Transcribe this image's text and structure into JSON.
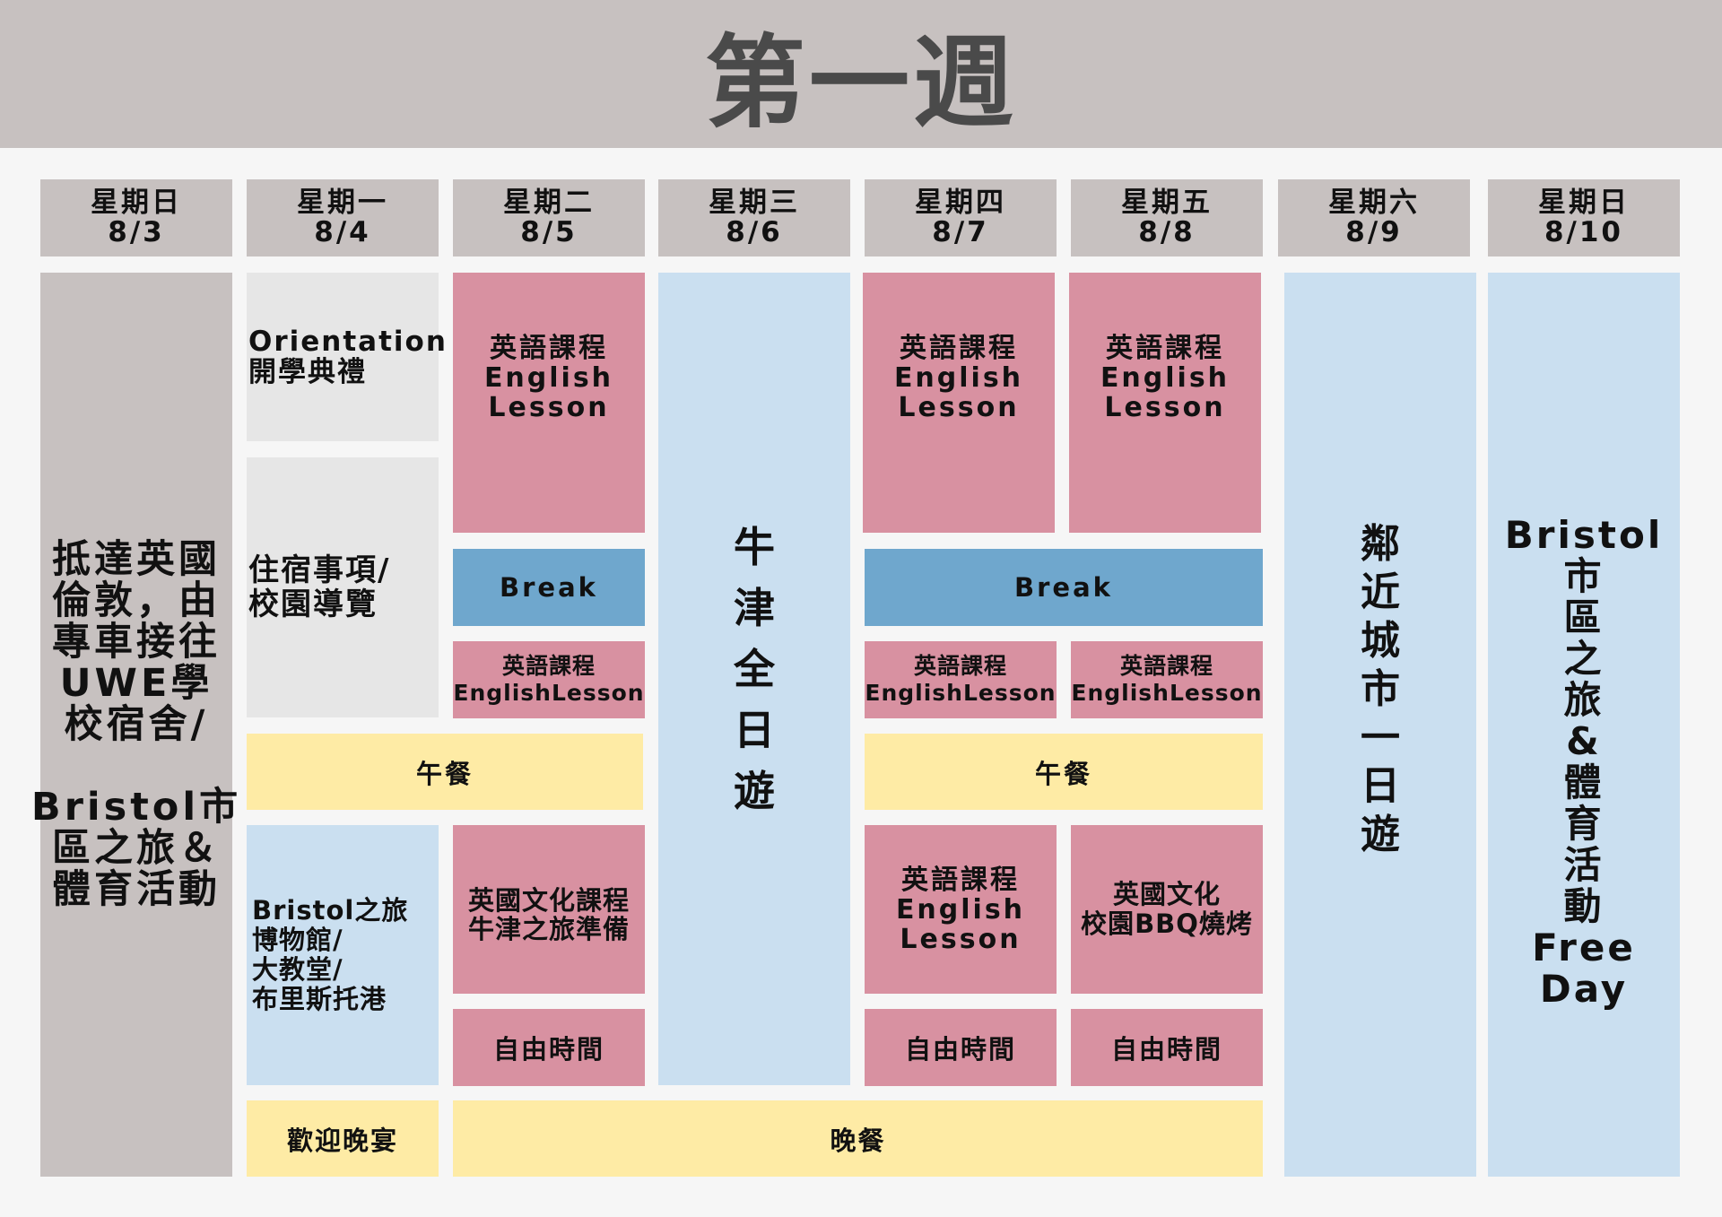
{
  "title": "第一週",
  "days": [
    {
      "name": "星期日",
      "date": "8/3"
    },
    {
      "name": "星期一",
      "date": "8/4"
    },
    {
      "name": "星期二",
      "date": "8/5"
    },
    {
      "name": "星期三",
      "date": "8/6"
    },
    {
      "name": "星期四",
      "date": "8/7"
    },
    {
      "name": "星期五",
      "date": "8/8"
    },
    {
      "name": "星期六",
      "date": "8/9"
    },
    {
      "name": "星期日",
      "date": "8/10"
    }
  ],
  "sun_arrival": [
    "抵達英國",
    "倫敦，由",
    "專車接往",
    "UWE學",
    "校宿舍/",
    "",
    "Bristol市",
    "區之旅＆",
    "體育活動"
  ],
  "mon_orientation": [
    "Orientation",
    "開學典禮"
  ],
  "mon_housing": [
    "住宿事項/",
    "校園導覽"
  ],
  "english_lesson": [
    "英語課程",
    "English",
    "Lesson"
  ],
  "break_label": "Break",
  "english_lesson_short": [
    "英語課程",
    "EnglishLesson"
  ],
  "lunch_label": "午餐",
  "mon_bristol_trip": [
    "Bristol之旅",
    "博物館/",
    "大教堂/",
    "布里斯托港"
  ],
  "tue_culture": [
    "英國文化課程",
    "牛津之旅準備"
  ],
  "free_time": "自由時間",
  "welcome_dinner": "歡迎晚宴",
  "dinner_label": "晚餐",
  "wed_oxford": [
    "牛",
    "津",
    "全",
    "日",
    "遊"
  ],
  "fri_bbq": [
    "英國文化",
    "校園BBQ燒烤"
  ],
  "sat_trip": [
    "鄰",
    "近",
    "城",
    "市",
    "一",
    "日",
    "遊"
  ],
  "sun2_trip": [
    "Bristol",
    "市",
    "區",
    "之",
    "旅",
    "&",
    "體",
    "育",
    "活",
    "動",
    "Free",
    "Day"
  ]
}
